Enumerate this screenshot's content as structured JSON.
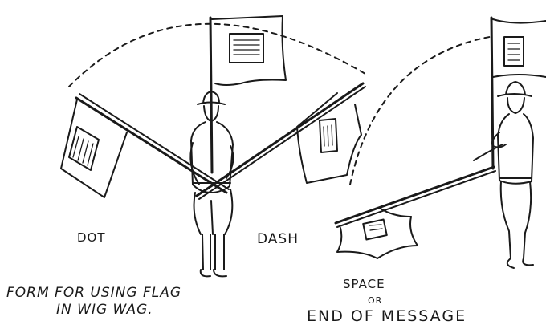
{
  "labels": {
    "dot": "DOT",
    "dash": "DASH",
    "form_line1": "FORM FOR USING FLAG",
    "form_line2": "IN WIG WAG.",
    "space": "SPACE",
    "or": "OR",
    "end_of_message": "END OF MESSAGE"
  },
  "figures": [
    {
      "name": "center-signaler",
      "positions": [
        "dot",
        "upright",
        "dash"
      ]
    },
    {
      "name": "right-signaler",
      "positions": [
        "upright",
        "space-or-end-of-message"
      ]
    }
  ],
  "colors": {
    "ink": "#1a1a1a",
    "paper": "#ffffff"
  }
}
